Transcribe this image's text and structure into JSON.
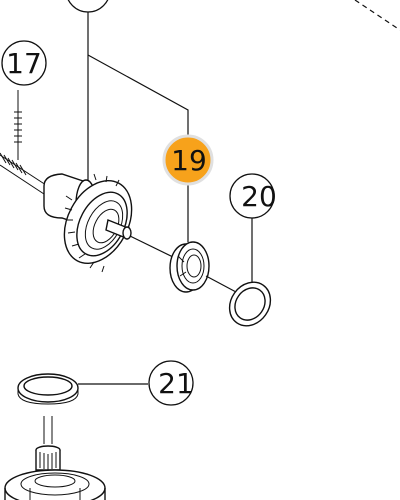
{
  "callouts": {
    "c17": {
      "label": "17"
    },
    "c19": {
      "label": "19",
      "highlight_color": "#F7A21B"
    },
    "c20": {
      "label": "20"
    },
    "c21": {
      "label": "21"
    }
  },
  "colors": {
    "line": "#111111",
    "background": "#ffffff",
    "highlight": "#F7A21B"
  }
}
